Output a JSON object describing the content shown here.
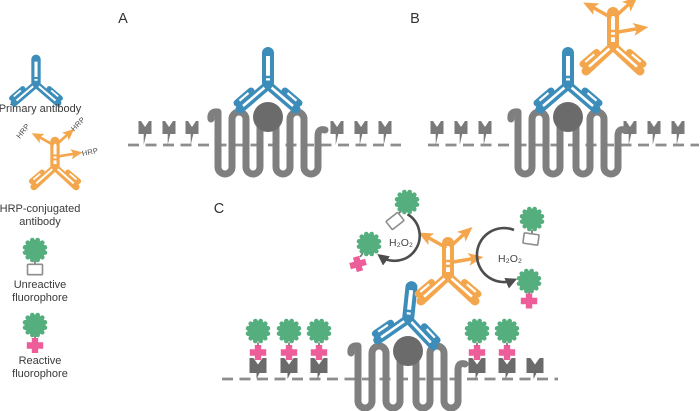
{
  "figure_type": "antibody-proximity-labeling-diagram",
  "colors": {
    "antibody_blue": "#3d8dbb",
    "antibody_orange": "#f3a64b",
    "fluorophore_green": "#55ae7d",
    "fluorophore_pink": "#ec5d99",
    "protein_gray": "#7f7f7f",
    "protein_dark": "#6b6b6b",
    "receptor_gray": "#7a7a7a",
    "membrane_gray": "#8d8d8d",
    "arrow_gray": "#4d4d4d",
    "text": "#3a3a3a"
  },
  "legend": {
    "items": [
      {
        "icon": "primary-antibody-icon",
        "label": "Primary antibody"
      },
      {
        "icon": "hrp-antibody-icon",
        "label": "HRP-conjugated antibody",
        "tags": [
          "HRP",
          "HRP",
          "HRP"
        ]
      },
      {
        "icon": "unreactive-fluorophore-icon",
        "label": "Unreactive fluorophore"
      },
      {
        "icon": "reactive-fluorophore-icon",
        "label": "Reactive fluorophore"
      }
    ]
  },
  "panels": [
    {
      "label": "A"
    },
    {
      "label": "B"
    },
    {
      "label": "C"
    }
  ],
  "reaction": {
    "formula": "H₂O₂"
  }
}
